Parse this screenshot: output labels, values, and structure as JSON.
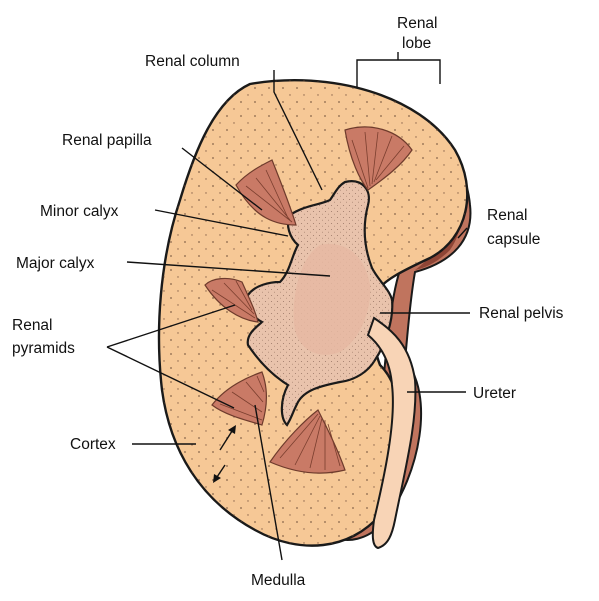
{
  "labels": {
    "renal_lobe": [
      "Renal",
      "lobe"
    ],
    "renal_column": "Renal column",
    "renal_papilla": "Renal papilla",
    "minor_calyx": "Minor calyx",
    "renal_capsule": [
      "Renal",
      "capsule"
    ],
    "major_calyx": "Major calyx",
    "renal_pelvis": "Renal pelvis",
    "renal_pyramids": [
      "Renal",
      "pyramids"
    ],
    "ureter": "Ureter",
    "cortex": "Cortex",
    "medulla": "Medulla"
  },
  "colors": {
    "cortex": "#f6c896",
    "capsule": "#c0745e",
    "capsule_dark": "#8e4536",
    "pyramid": "#c97a66",
    "sinus": "#e9c3ac",
    "calyx_fill": "#ecc5b0",
    "ureter": "#f8d4b6",
    "outline": "#1a1a1a"
  }
}
